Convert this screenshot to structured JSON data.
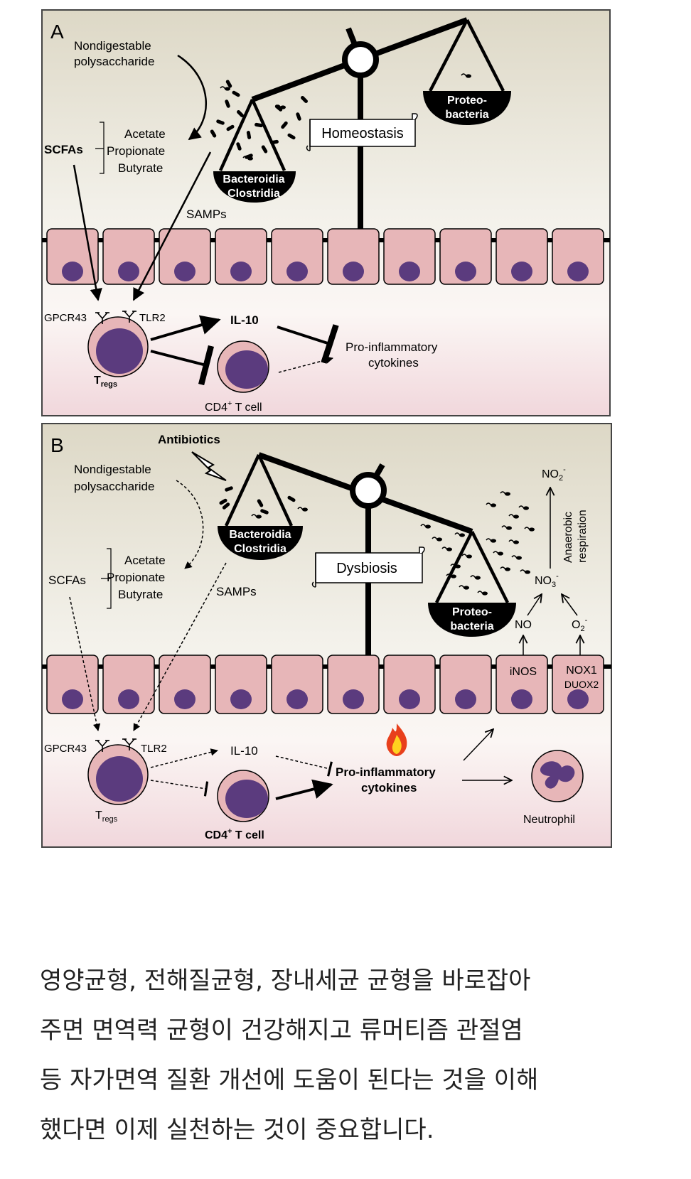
{
  "panel_a": {
    "letter": "A",
    "nondigestable_1": "Nondigestable",
    "nondigestable_2": "polysaccharide",
    "scfas": "SCFAs",
    "acetate": "Acetate",
    "propionate": "Propionate",
    "butyrate": "Butyrate",
    "samps": "SAMPs",
    "pan_left_1": "Bacteroidia",
    "pan_left_2": "Clostridia",
    "pan_right_1": "Proteo-",
    "pan_right_2": "bacteria",
    "banner": "Homeostasis",
    "gpcr43": "GPCR43",
    "tlr2": "TLR2",
    "il10": "IL-10",
    "proinflam_1": "Pro-inflammatory",
    "proinflam_2": "cytokines",
    "tregs_main": "T",
    "tregs_sub": "regs",
    "cd4_main": "CD4",
    "cd4_sup": "+",
    "cd4_rest": " T cell"
  },
  "panel_b": {
    "letter": "B",
    "antibiotics": "Antibiotics",
    "nondigestable_1": "Nondigestable",
    "nondigestable_2": "polysaccharide",
    "scfas": "SCFAs",
    "acetate": "Acetate",
    "propionate": "Propionate",
    "butyrate": "Butyrate",
    "samps": "SAMPs",
    "pan_left_1": "Bacteroidia",
    "pan_left_2": "Clostridia",
    "pan_right_1": "Proteo-",
    "pan_right_2": "bacteria",
    "banner": "Dysbiosis",
    "no2_main": "NO",
    "no2_sub": "2",
    "no2_sup": "-",
    "anaerobic_1": "Anaerobic",
    "anaerobic_2": "respiration",
    "no3_main": "NO",
    "no3_sub": "3",
    "no3_sup": "-",
    "no": "NO",
    "o2_main": "O",
    "o2_sub": "2",
    "o2_sup": "-",
    "inos": "iNOS",
    "nox1": "NOX1",
    "duox2": "DUOX2",
    "gpcr43": "GPCR43",
    "tlr2": "TLR2",
    "il10": "IL-10",
    "proinflam_1": "Pro-inflammatory",
    "proinflam_2": "cytokines",
    "tregs_main": "T",
    "tregs_sub": "regs",
    "cd4_main": "CD4",
    "cd4_sup": "+",
    "cd4_rest": " T cell",
    "neutrophil": "Neutrophil"
  },
  "caption": {
    "line1": "영양균형, 전해질균형, 장내세균 균형을 바로잡아",
    "line2": "주면 면역력 균형이 건강해지고 류머티즘 관절염",
    "line3": "등 자가면역 질환 개선에 도움이 된다는 것을 이해",
    "line4": "했다면 이제 실천하는 것이 중요합니다."
  }
}
